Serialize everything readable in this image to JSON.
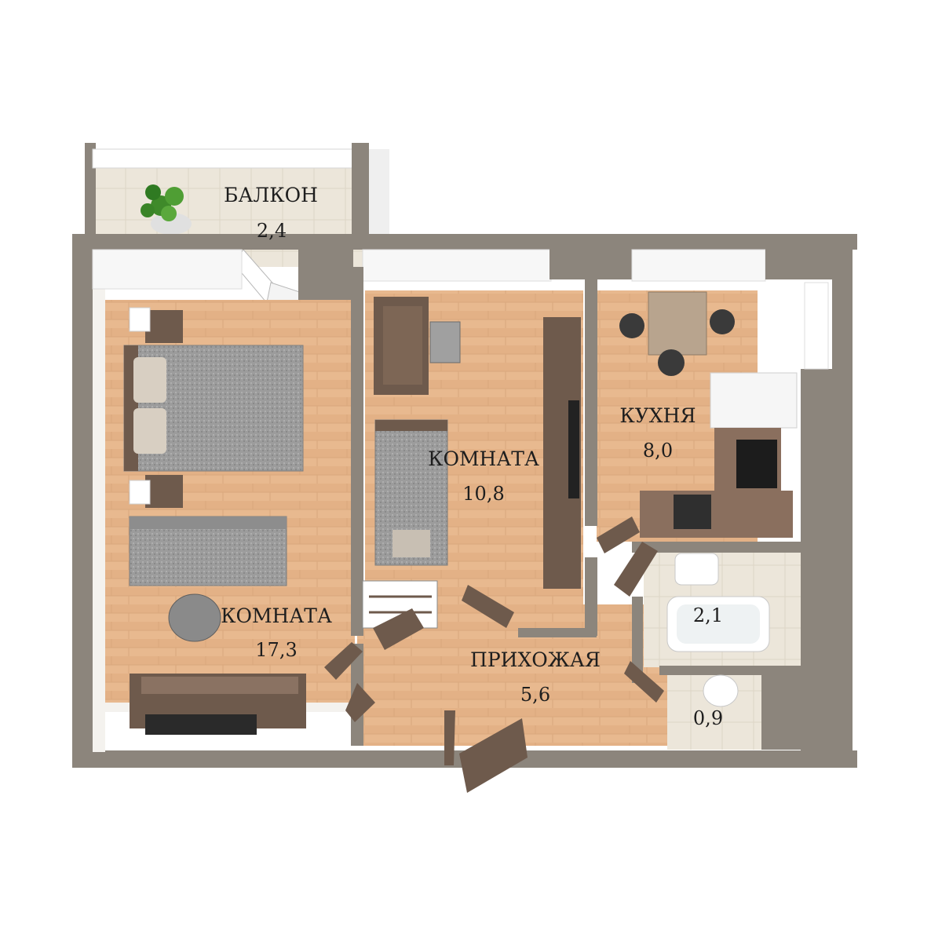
{
  "rooms": {
    "balcony": {
      "name": "БАЛКОН",
      "area": "2,4"
    },
    "bedroom": {
      "name": "КОМНАТА",
      "area": "17,3"
    },
    "room2": {
      "name": "КОМНАТА",
      "area": "10,8"
    },
    "kitchen": {
      "name": "КУХНЯ",
      "area": "8,0"
    },
    "hallway": {
      "name": "ПРИХОЖАЯ",
      "area": "5,6"
    },
    "bathroom": {
      "name": "",
      "area": "2,1"
    },
    "toilet": {
      "name": "",
      "area": "0,9"
    }
  },
  "colors": {
    "wall": "#8c857c",
    "wall_inner": "#f4f2ee",
    "floor_wood": "#e8b98f",
    "floor_tile": "#ece6da",
    "furniture_dark": "#6e5a4c",
    "fabric_gray": "#9a9a9a"
  }
}
